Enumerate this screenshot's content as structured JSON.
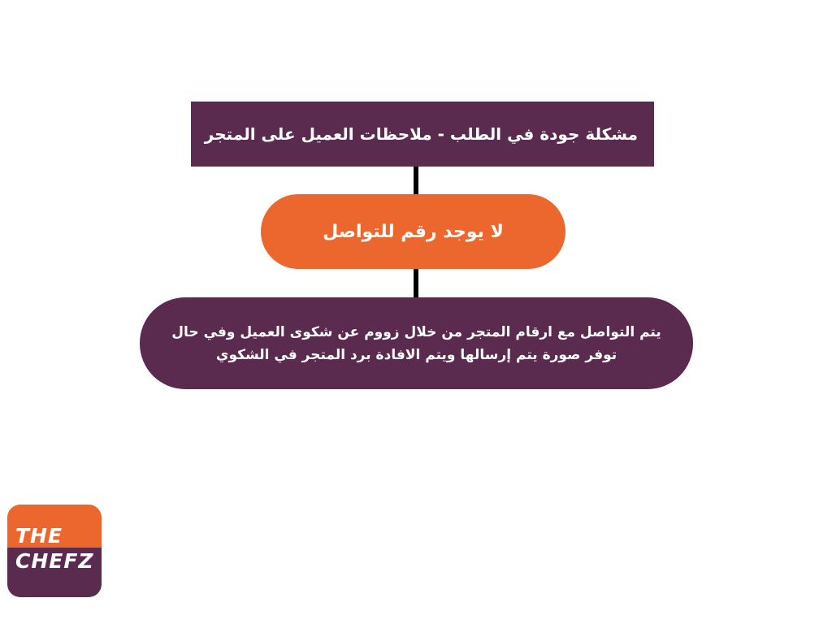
{
  "diagram": {
    "title_node": {
      "text": "مشكلة جودة في الطلب - ملاحظات العميل على المتجر",
      "color": "#5a2a4f"
    },
    "status_node": {
      "text": "لا يوجد رقم للتواصل",
      "color": "#ec672e"
    },
    "action_node": {
      "lines": [
        "يتم التواصل مع  ارقام المتجر من خلال زووم عن شكوى العميل وفي حال",
        "توفر صورة يتم إرسالها ويتم الافادة برد المتجر في الشكوي"
      ],
      "color": "#5a2a4f"
    },
    "connector_color": "#000000"
  },
  "logo": {
    "line1": "THE",
    "line2": "CHEFZ",
    "top_color": "#ec672e",
    "bottom_color": "#5a2a4f"
  }
}
